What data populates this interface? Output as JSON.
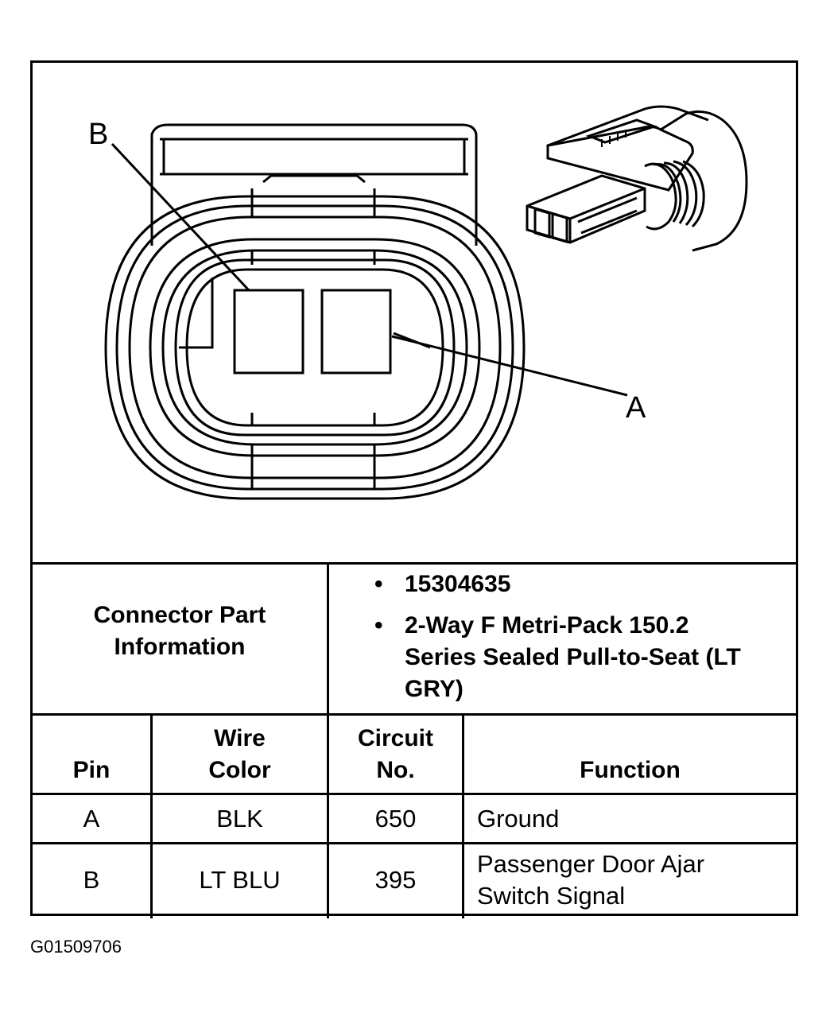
{
  "diagram": {
    "pin_labels": {
      "b": "B",
      "a": "A"
    },
    "inset_icon": "connector-3d-icon"
  },
  "info": {
    "label": "Connector Part Information",
    "items": [
      "15304635",
      "2-Way F Metri-Pack 150.2 Series Sealed Pull-to-Seat (LT GRY)"
    ]
  },
  "table": {
    "headers": {
      "pin": "Pin",
      "wire_color": "Wire Color",
      "circuit_no": "Circuit No.",
      "function": "Function"
    },
    "rows": [
      {
        "pin": "A",
        "wire_color": "BLK",
        "circuit_no": "650",
        "function": "Ground"
      },
      {
        "pin": "B",
        "wire_color": "LT BLU",
        "circuit_no": "395",
        "function": "Passenger Door Ajar Switch Signal"
      }
    ]
  },
  "footer": {
    "figure_id": "G01509706"
  }
}
